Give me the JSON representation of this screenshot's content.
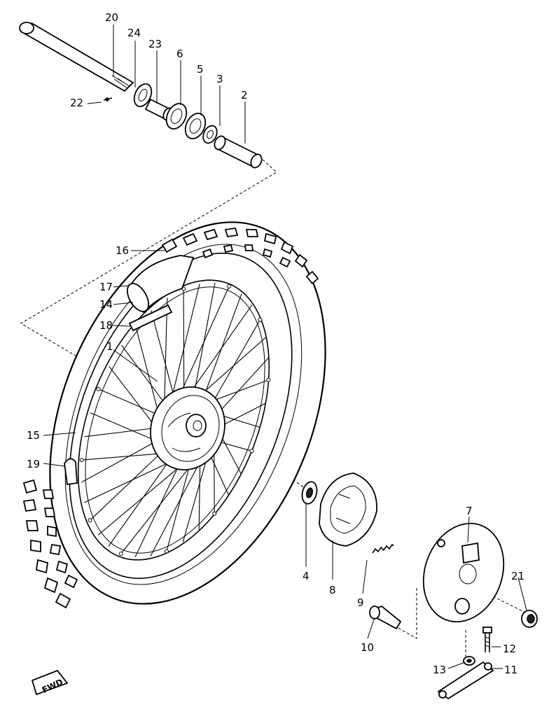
{
  "diagram": {
    "fwd_label": "FWD",
    "labels": {
      "p1": "1",
      "p2": "2",
      "p3": "3",
      "p4": "4",
      "p5": "5",
      "p6": "6",
      "p7": "7",
      "p8": "8",
      "p9": "9",
      "p10": "10",
      "p11": "11",
      "p12": "12",
      "p13": "13",
      "p14": "14",
      "p15": "15",
      "p16": "16",
      "p17": "17",
      "p18": "18",
      "p19": "19",
      "p20": "20",
      "p21": "21",
      "p22": "22",
      "p23": "23",
      "p24": "24"
    }
  }
}
